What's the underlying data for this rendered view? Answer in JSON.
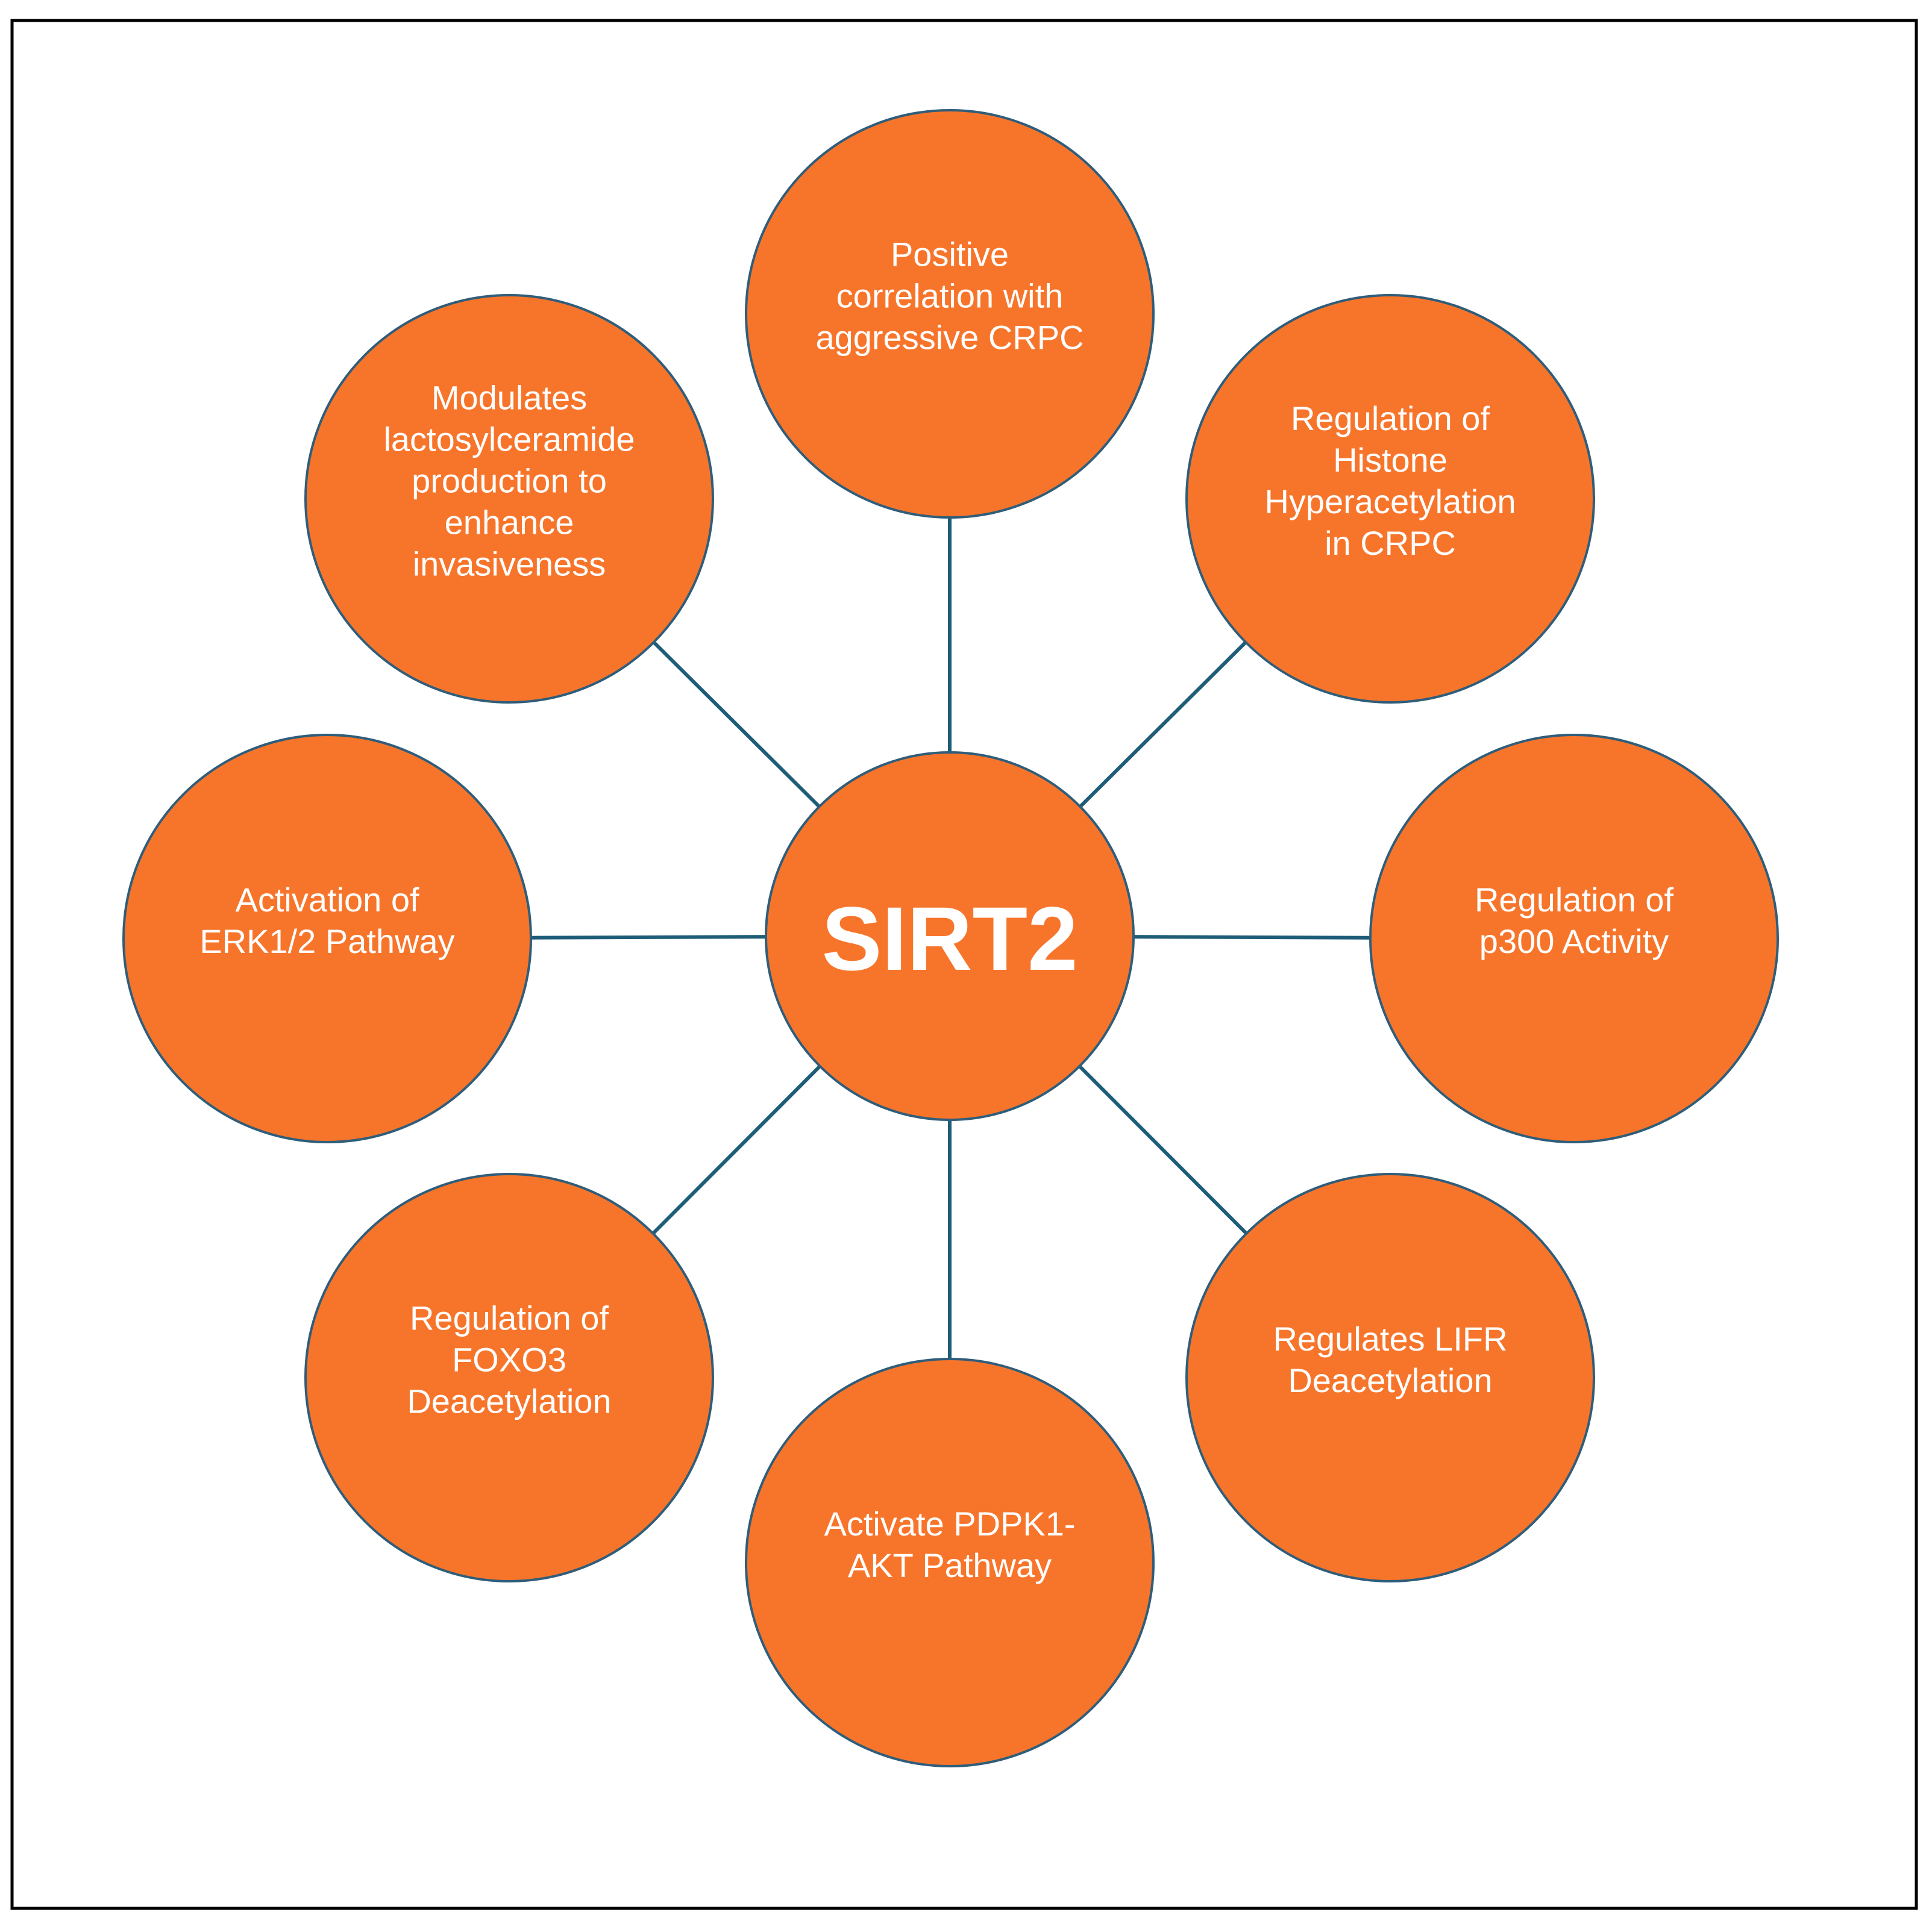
{
  "colors": {
    "node_fill": "#F7752B",
    "node_stroke": "#2F5D7A",
    "connector": "#1E5D78",
    "frame": "#000000",
    "text": "#FFFFFF"
  },
  "center": {
    "label": "SIRT2"
  },
  "nodes": [
    {
      "id": "top",
      "lines": [
        "Positive",
        "correlation with",
        "aggressive CRPC"
      ]
    },
    {
      "id": "top-right",
      "lines": [
        "Regulation of",
        "Histone",
        "Hyperacetylation",
        "in CRPC"
      ]
    },
    {
      "id": "right",
      "lines": [
        "Regulation of",
        "p300 Activity"
      ]
    },
    {
      "id": "bottom-right",
      "lines": [
        "Regulates LIFR",
        "Deacetylation"
      ]
    },
    {
      "id": "bottom",
      "lines": [
        "Activate PDPK1-",
        "AKT Pathway"
      ]
    },
    {
      "id": "bottom-left",
      "lines": [
        "Regulation of",
        "FOXO3",
        "Deacetylation"
      ]
    },
    {
      "id": "left",
      "lines": [
        "Activation of",
        "ERK1/2 Pathway"
      ]
    },
    {
      "id": "top-left",
      "lines": [
        "Modulates",
        "lactosylceramide",
        "production to",
        "enhance",
        "invasiveness"
      ]
    }
  ]
}
